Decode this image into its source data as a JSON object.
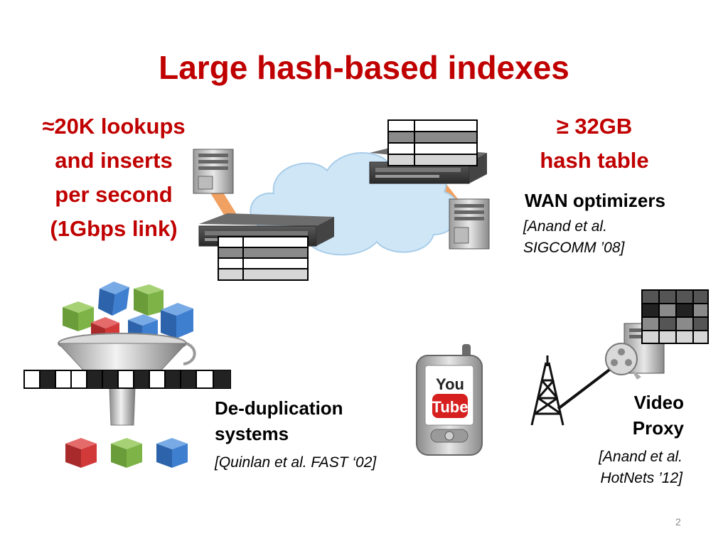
{
  "slide": {
    "title": "Large hash-based indexes",
    "page_number": "2"
  },
  "lookup_rate": {
    "lines": [
      "≈20K lookups",
      "and inserts",
      "per second",
      "(1Gbps link)"
    ]
  },
  "hash_table_size": {
    "lines": [
      "≥ 32GB",
      "hash table"
    ]
  },
  "wan": {
    "label": "WAN optimizers",
    "citation_lines": [
      "[Anand et al.",
      "SIGCOMM ’08]"
    ]
  },
  "dedup": {
    "label_lines": [
      "De-duplication",
      "systems"
    ],
    "citation": "[Quinlan et al. FAST ‘02]"
  },
  "video": {
    "label_lines": [
      "Video",
      "Proxy"
    ],
    "citation_lines": [
      "[Anand et al.",
      "HotNets ’12]"
    ]
  },
  "phone_logo": {
    "top": "You",
    "bottom": "Tube"
  },
  "colors": {
    "accent_red": "#c00000",
    "cube_red": "#d23a3a",
    "cube_green": "#7db347",
    "cube_blue": "#3f7fd0",
    "cloud": "#cfe6f7",
    "link_orange": "#f0a060"
  },
  "icons": [
    "server-tower-icon",
    "rack-server-icon",
    "cloud-icon",
    "cube-icon",
    "funnel-icon",
    "phone-icon",
    "cell-tower-icon",
    "film-reel-icon"
  ]
}
